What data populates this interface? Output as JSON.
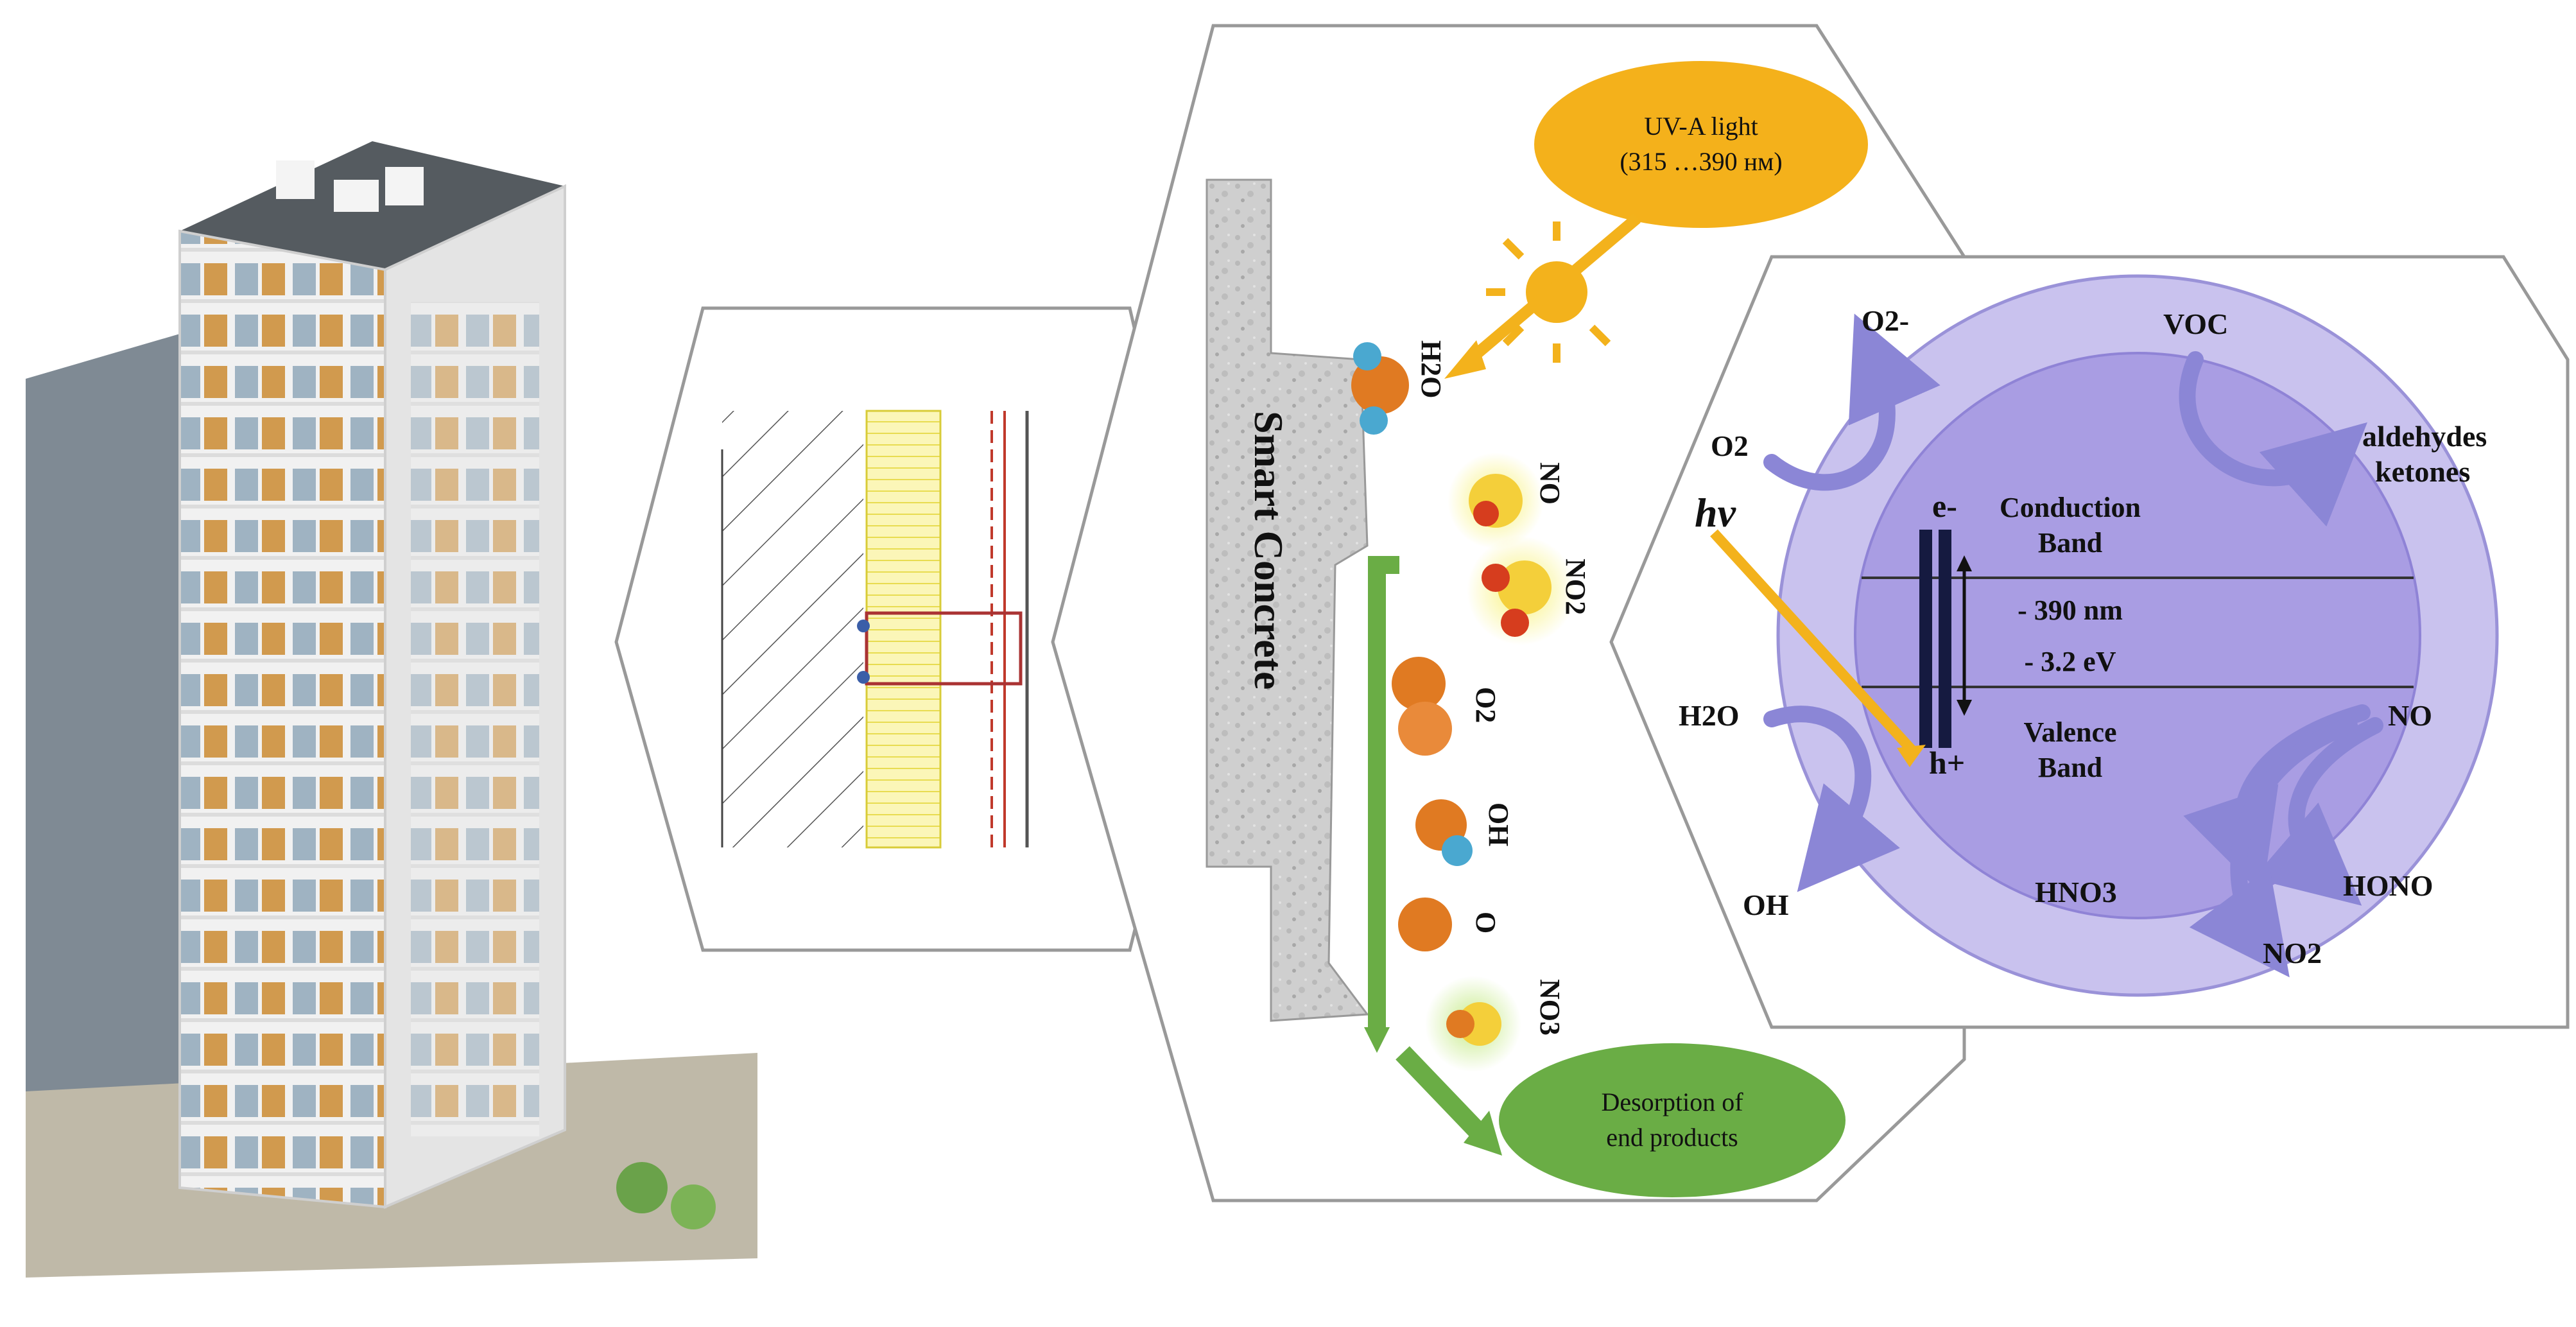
{
  "uv_label": {
    "line1": "UV-A light",
    "line2": "(315 …390 нм)"
  },
  "smart_concrete_label": "Smart Concrete",
  "molecules": {
    "h2o": "H2O",
    "no": "NO",
    "no2": "NO2",
    "o2": "O2",
    "oh": "OH",
    "o": "O",
    "no3": "NO3"
  },
  "desorption_label": {
    "line1": "Desorption of",
    "line2": "end products"
  },
  "particle": {
    "o2_minus": "O2-",
    "voc": "VOC",
    "o2": "O2",
    "aldehydes": "aldehydes",
    "ketones": "ketones",
    "hv": "hv",
    "e_minus": "e-",
    "conduction_l1": "Conduction",
    "conduction_l2": "Band",
    "nm": "- 390 nm",
    "ev": "- 3.2 eV",
    "h2o": "H2O",
    "valence_l1": "Valence",
    "valence_l2": "Band",
    "h_plus": "h+",
    "no": "NO",
    "oh": "OH",
    "hno3": "HNO3",
    "hono": "HONO",
    "no2": "NO2"
  },
  "colors": {
    "sun": "#f3b21c",
    "uv_ellipse": "#f4b11b",
    "green": "#6aad45",
    "particle_outer": "#c9c2ee",
    "particle_inner": "#a99de3",
    "arrow_purple": "#8b86d6",
    "molecule_orange": "#e07a22",
    "molecule_blue": "#4aa8d0",
    "molecule_yellow": "#f4cf3a",
    "molecule_red": "#d63d1e"
  }
}
